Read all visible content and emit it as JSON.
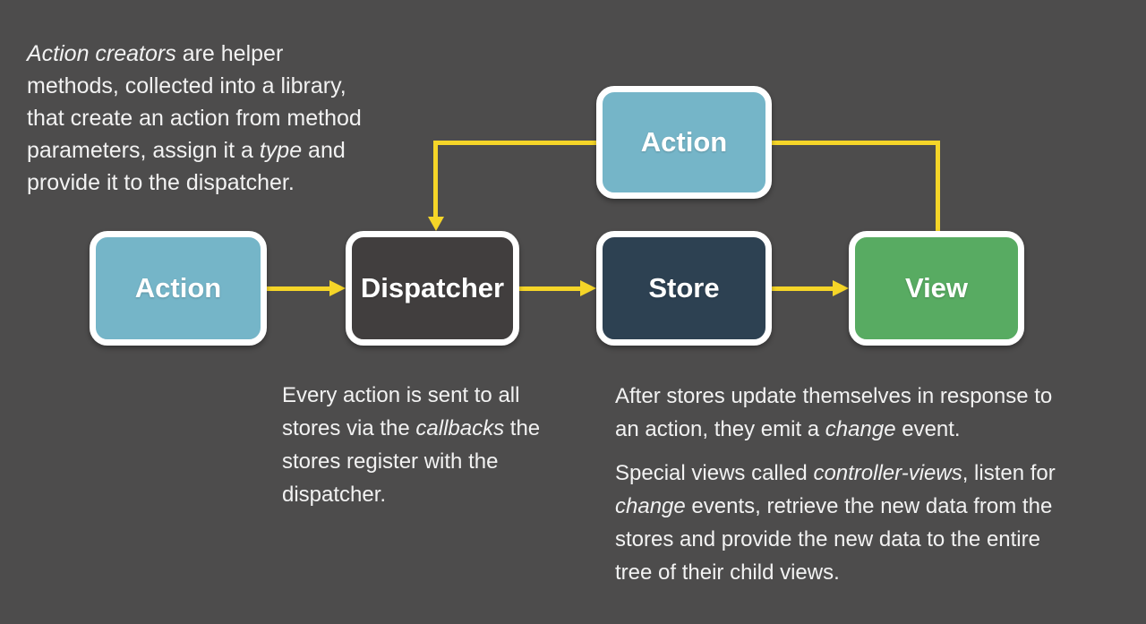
{
  "title": "Flux data flow diagram",
  "colors": {
    "bg": "#4d4c4c",
    "action": "#75b5c8",
    "dispatcher": "#413e3e",
    "store": "#2d4152",
    "view": "#58ab62",
    "arrow": "#f5d528",
    "text": "#f2f2f2",
    "border": "#ffffff"
  },
  "boxes": {
    "action_top": {
      "label": "Action"
    },
    "action": {
      "label": "Action"
    },
    "dispatcher": {
      "label": "Dispatcher"
    },
    "store": {
      "label": "Store"
    },
    "view": {
      "label": "View"
    }
  },
  "arrows": {
    "action_to_dispatcher": "action-to-dispatcher",
    "dispatcher_to_store": "dispatcher-to-store",
    "store_to_view": "store-to-view",
    "top_action_to_dispatcher": "top-action-down-into-dispatcher",
    "view_to_top_action": "view-up-to-top-action"
  },
  "notes": {
    "action_creators": {
      "lines": [
        [
          {
            "t": "Action creators",
            "i": 1
          },
          {
            "t": " are helper"
          }
        ],
        [
          {
            "t": "methods, collected into a library,"
          }
        ],
        [
          {
            "t": "that create an action from method"
          }
        ],
        [
          {
            "t": "parameters, assign it a "
          },
          {
            "t": "type",
            "i": 1
          },
          {
            "t": " and"
          }
        ],
        [
          {
            "t": "provide it to the dispatcher."
          }
        ]
      ]
    },
    "dispatcher_note": {
      "lines": [
        [
          {
            "t": "Every action is sent to all"
          }
        ],
        [
          {
            "t": "stores via the "
          },
          {
            "t": "callbacks",
            "i": 1
          },
          {
            "t": " the"
          }
        ],
        [
          {
            "t": "stores register with the"
          }
        ],
        [
          {
            "t": "dispatcher."
          }
        ]
      ]
    },
    "store_note_1": {
      "lines": [
        [
          {
            "t": "After stores update themselves in response to"
          }
        ],
        [
          {
            "t": "an action, they emit a "
          },
          {
            "t": "change",
            "i": 1
          },
          {
            "t": " event."
          }
        ]
      ]
    },
    "store_note_2": {
      "lines": [
        [
          {
            "t": "Special views called "
          },
          {
            "t": "controller-views",
            "i": 1
          },
          {
            "t": ", listen for"
          }
        ],
        [
          {
            "t": "change",
            "i": 1
          },
          {
            "t": " events, retrieve the new data from the"
          }
        ],
        [
          {
            "t": "stores and provide the new data to the entire"
          }
        ],
        [
          {
            "t": "tree of their child views."
          }
        ]
      ]
    }
  }
}
